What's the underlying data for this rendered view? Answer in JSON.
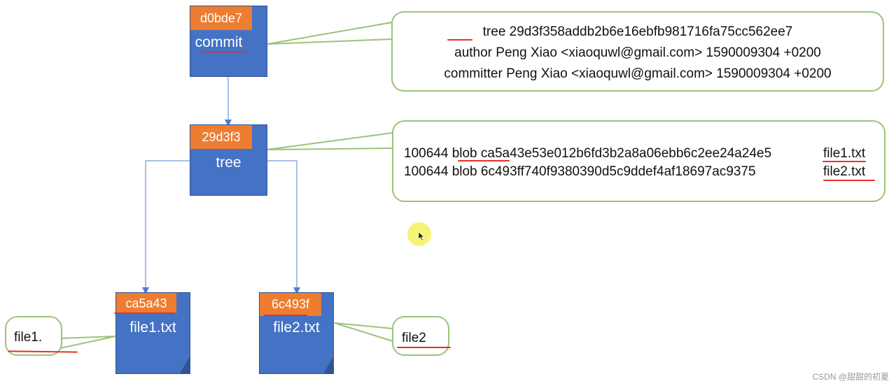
{
  "commit_node": {
    "hash": "d0bde7",
    "label": "commit"
  },
  "tree_node": {
    "hash": "29d3f3",
    "label": "tree"
  },
  "blob_nodes": [
    {
      "hash": "ca5a43",
      "label": "file1.txt"
    },
    {
      "hash": "6c493f",
      "label": "file2.txt"
    }
  ],
  "commit_callout": {
    "lines": [
      {
        "keyword": "tree",
        "rest": "29d3f358addb2b6e16ebfb981716fa75cc562ee7"
      },
      {
        "keyword": "author",
        "rest": "Peng Xiao <xiaoquwl@gmail.com> 1590009304 +0200"
      },
      {
        "keyword": "committer",
        "rest": "Peng Xiao <xiaoquwl@gmail.com> 1590009304 +0200"
      }
    ]
  },
  "tree_callout": {
    "entries": [
      {
        "mode": "100644",
        "type": "blob",
        "sha": "ca5a43e53e012b6fd3b2a8a06ebb6c2ee24a24e5",
        "name": "file1.txt"
      },
      {
        "mode": "100644",
        "type": "blob",
        "sha": "6c493ff740f9380390d5c9ddef4af18697ac9375",
        "name": "file2.txt"
      }
    ]
  },
  "blob_callouts": [
    {
      "content": "file1."
    },
    {
      "content": "file2"
    }
  ],
  "watermark": "CSDN @甜甜的初夏",
  "colors": {
    "node_blue": "#4472c4",
    "hash_orange": "#ed7d31",
    "callout_green": "#9bc37a",
    "annotation_red": "#e8302a",
    "connector_blue": "#8faadc"
  }
}
